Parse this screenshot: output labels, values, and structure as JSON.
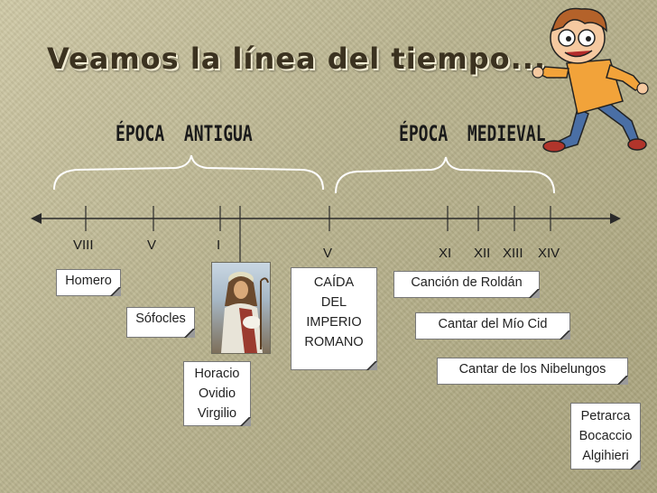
{
  "title": "Veamos la línea del tiempo...",
  "eras": {
    "antigua": "ÉPOCA  ANTIGUA",
    "medieval": "ÉPOCA  MEDIEVAL"
  },
  "centuries": [
    "VIII",
    "V",
    "I",
    "V",
    "XI",
    "XII",
    "XIII",
    "XIV"
  ],
  "works": {
    "homero": "Homero",
    "sofocles": "Sófocles",
    "romanos": [
      "Horacio",
      "Ovidio",
      "Virgilio"
    ],
    "caida": [
      "CAÍDA",
      "DEL",
      "IMPERIO",
      "ROMANO"
    ],
    "roldan": "Canción de Roldán",
    "mio_cid": "Cantar del Mío Cid",
    "nibelungos": "Cantar de los Nibelungos",
    "italianos": [
      "Petrarca",
      "Bocaccio",
      "Algihieri"
    ]
  },
  "colors": {
    "title": "#3b3220",
    "axis": "#2a2a2a",
    "brace": "#ffffff"
  }
}
